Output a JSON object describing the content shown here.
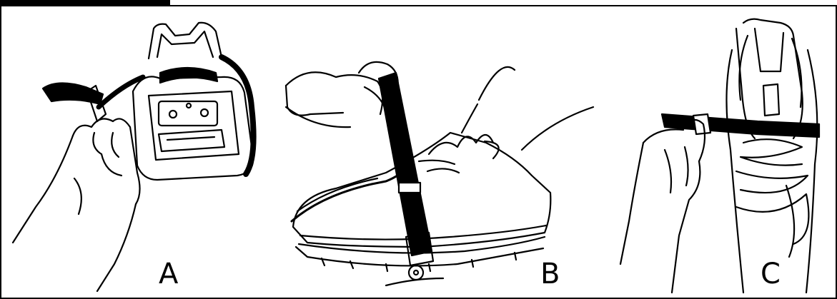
{
  "panels": [
    {
      "letter": "A",
      "icon": "binding-strap-held-in-hand-illustration"
    },
    {
      "letter": "B",
      "icon": "strap-tightened-over-shoe-illustration"
    },
    {
      "letter": "C",
      "icon": "strap-pulled-through-buckle-illustration"
    }
  ],
  "colors": {
    "ink": "#000000",
    "paper": "#ffffff"
  }
}
